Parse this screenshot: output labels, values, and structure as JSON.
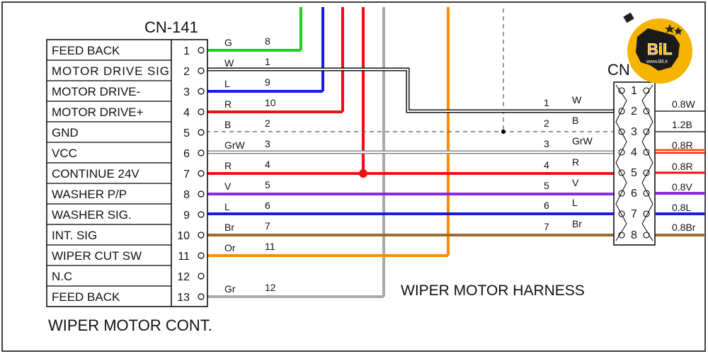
{
  "connector_left": {
    "title": "CN-141",
    "caption": "WIPER MOTOR CONT.",
    "rows": [
      {
        "label": "FEED BACK",
        "pin": "1",
        "color": "G",
        "num": "8"
      },
      {
        "label": "MOTOR DRIVE SIG",
        "pin": "2",
        "color": "W",
        "num": "1"
      },
      {
        "label": "MOTOR DRIVE-",
        "pin": "3",
        "color": "L",
        "num": "9"
      },
      {
        "label": "MOTOR DRIVE+",
        "pin": "4",
        "color": "R",
        "num": "10"
      },
      {
        "label": "GND",
        "pin": "5",
        "color": "B",
        "num": "2"
      },
      {
        "label": "VCC",
        "pin": "6",
        "color": "GrW",
        "num": "3"
      },
      {
        "label": "CONTINUE 24V",
        "pin": "7",
        "color": "R",
        "num": "4"
      },
      {
        "label": "WASHER P/P",
        "pin": "8",
        "color": "V",
        "num": "5"
      },
      {
        "label": "WASHER SIG.",
        "pin": "9",
        "color": "L",
        "num": "6"
      },
      {
        "label": "INT. SIG",
        "pin": "10",
        "color": "Br",
        "num": "7"
      },
      {
        "label": "WIPER CUT SW",
        "pin": "11",
        "color": "Or",
        "num": "11"
      },
      {
        "label": "N.C",
        "pin": "12",
        "color": "",
        "num": ""
      },
      {
        "label": "FEED BACK",
        "pin": "13",
        "color": "Gr",
        "num": "12"
      }
    ]
  },
  "harness_label": "WIPER MOTOR HARNESS",
  "connector_right": {
    "title": "CN",
    "mid_wires": [
      {
        "num": "1",
        "color": "W"
      },
      {
        "num": "2",
        "color": "B"
      },
      {
        "num": "3",
        "color": "GrW"
      },
      {
        "num": "4",
        "color": "R"
      },
      {
        "num": "5",
        "color": "V"
      },
      {
        "num": "6",
        "color": "L"
      },
      {
        "num": "7",
        "color": "Br"
      }
    ],
    "pins": [
      "1",
      "2",
      "3",
      "4",
      "5",
      "6",
      "7",
      "8"
    ],
    "right_labels": [
      "0.8W",
      "1.2B",
      "0.8R",
      "0.8R",
      "0.8V",
      "0.8L",
      "0.8Br"
    ]
  },
  "logo": {
    "text": "BiL",
    "site": "www.Bil.ir"
  },
  "colors": {
    "green": "#22cc22",
    "blue": "#1a1aee",
    "red": "#ee1111",
    "grey": "#aaaaaa",
    "orange": "#ff8c00",
    "violet": "#8a2be2",
    "brown": "#9c6b2e",
    "logo_yellow": "#f5b400"
  }
}
